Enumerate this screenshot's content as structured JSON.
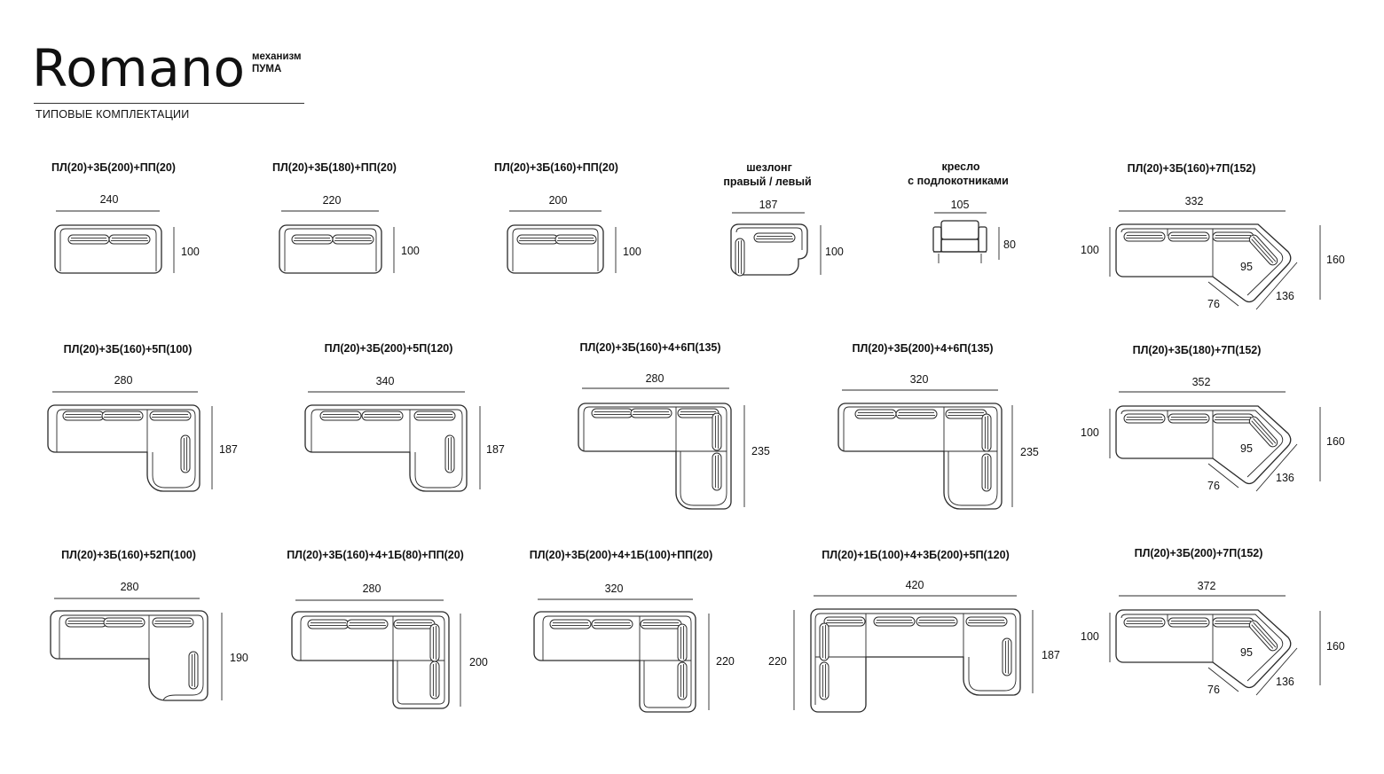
{
  "header": {
    "brand": "Romano",
    "mechanism_line1": "механизм",
    "mechanism_line2": "ПУМА",
    "subtitle": "ТИПОВЫЕ КОМПЛЕКТАЦИИ"
  },
  "sofas": [
    {
      "id": "s1",
      "title": "ПЛ(20)+3Б(200)+ПП(20)",
      "width": "240",
      "depth": "100"
    },
    {
      "id": "s2",
      "title": "ПЛ(20)+3Б(180)+ПП(20)",
      "width": "220",
      "depth": "100"
    },
    {
      "id": "s3",
      "title": "ПЛ(20)+3Б(160)+ПП(20)",
      "width": "200",
      "depth": "100"
    },
    {
      "id": "s4",
      "title_line1": "шезлонг",
      "title_line2": "правый / левый",
      "width": "187",
      "depth": "100"
    },
    {
      "id": "s5",
      "title_line1": "кресло",
      "title_line2": "с подлокотниками",
      "width": "105",
      "depth": "80"
    },
    {
      "id": "s6",
      "title": "ПЛ(20)+3Б(160)+7П(152)",
      "width": "332",
      "left_depth": "100",
      "right_depth": "160",
      "inner": "95",
      "seg_a": "76",
      "seg_b": "136"
    },
    {
      "id": "s7",
      "title": "ПЛ(20)+3Б(160)+5П(100)",
      "width": "280",
      "depth": "187"
    },
    {
      "id": "s8",
      "title": "ПЛ(20)+3Б(200)+5П(120)",
      "width": "340",
      "depth": "187"
    },
    {
      "id": "s9",
      "title": "ПЛ(20)+3Б(160)+4+6П(135)",
      "width": "280",
      "depth": "235"
    },
    {
      "id": "s10",
      "title": "ПЛ(20)+3Б(200)+4+6П(135)",
      "width": "320",
      "depth": "235"
    },
    {
      "id": "s11",
      "title": "ПЛ(20)+3Б(180)+7П(152)",
      "width": "352",
      "left_depth": "100",
      "right_depth": "160",
      "inner": "95",
      "seg_a": "76",
      "seg_b": "136"
    },
    {
      "id": "s12",
      "title": "ПЛ(20)+3Б(160)+52П(100)",
      "width": "280",
      "depth": "190"
    },
    {
      "id": "s13",
      "title": "ПЛ(20)+3Б(160)+4+1Б(80)+ПП(20)",
      "width": "280",
      "depth": "200"
    },
    {
      "id": "s14",
      "title": "ПЛ(20)+3Б(200)+4+1Б(100)+ПП(20)",
      "width": "320",
      "depth": "220"
    },
    {
      "id": "s15",
      "title": "ПЛ(20)+1Б(100)+4+3Б(200)+5П(120)",
      "width": "420",
      "left_depth": "220",
      "depth": "187"
    },
    {
      "id": "s16",
      "title": "ПЛ(20)+3Б(200)+7П(152)",
      "width": "372",
      "left_depth": "100",
      "right_depth": "160",
      "inner": "95",
      "seg_a": "76",
      "seg_b": "136"
    }
  ],
  "colors": {
    "line": "#2a2a2a",
    "text": "#111111",
    "background": "#ffffff"
  }
}
